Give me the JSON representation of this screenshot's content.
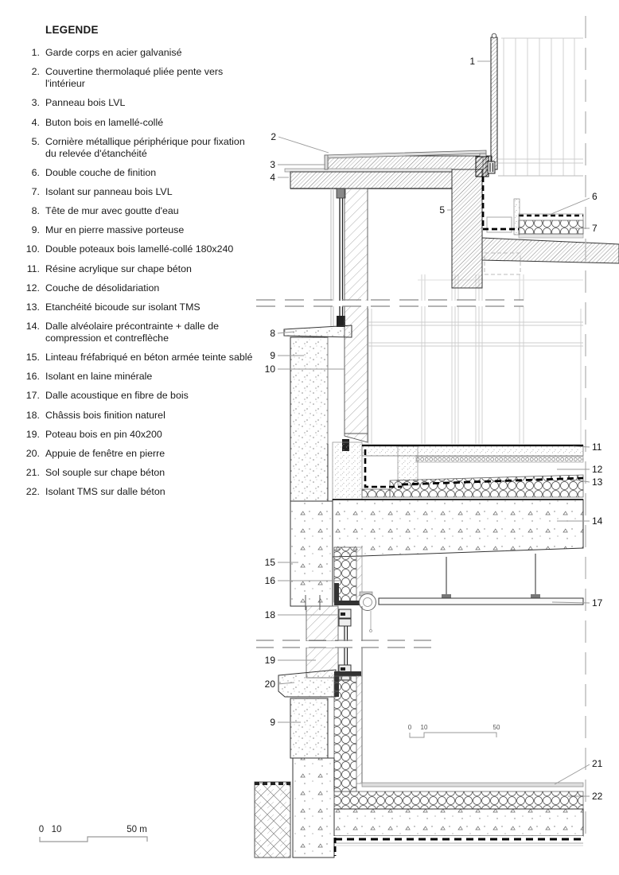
{
  "legend": {
    "title": "LEGENDE",
    "items": [
      {
        "num": "1.",
        "text": "Garde corps en acier galvanisé"
      },
      {
        "num": "2.",
        "text": "Couvertine thermolaqué pliée pente vers l'intérieur"
      },
      {
        "num": "3.",
        "text": "Panneau bois LVL"
      },
      {
        "num": "4.",
        "text": "Buton bois en lamellé-collé"
      },
      {
        "num": "5.",
        "text": "Cornière métallique périphérique pour fixation du relevée d'étanchéité"
      },
      {
        "num": "6.",
        "text": "Double couche de finition"
      },
      {
        "num": "7.",
        "text": "Isolant sur panneau bois LVL"
      },
      {
        "num": "8.",
        "text": "Tête de mur avec goutte d'eau"
      },
      {
        "num": "9.",
        "text": "Mur en pierre massive porteuse"
      },
      {
        "num": "10.",
        "text": "Double poteaux bois lamellé-collé 180x240"
      },
      {
        "num": "11.",
        "text": "Résine acrylique sur chape béton"
      },
      {
        "num": "12.",
        "text": "Couche de désolidariation"
      },
      {
        "num": "13.",
        "text": "Etanchéité bicoude sur isolant TMS"
      },
      {
        "num": "14.",
        "text": "Dalle alvéolaire précontrainte + dalle de compression et contreflèche"
      },
      {
        "num": "15.",
        "text": "Linteau fréfabriqué en béton armée  teinte sablé"
      },
      {
        "num": "16.",
        "text": "Isolant en laine minérale"
      },
      {
        "num": "17.",
        "text": "Dalle acoustique en fibre de bois"
      },
      {
        "num": "18.",
        "text": "Châssis bois finition naturel"
      },
      {
        "num": "19.",
        "text": "Poteau bois en pin 40x200"
      },
      {
        "num": "20.",
        "text": "Appuie de fenêtre en pierre"
      },
      {
        "num": "21.",
        "text": "Sol souple sur chape béton"
      },
      {
        "num": "22.",
        "text": "Isolant TMS sur dalle béton"
      }
    ]
  },
  "drawing": {
    "callouts": {
      "c1": "1",
      "c2": "2",
      "c3": "3",
      "c4": "4",
      "c5": "5",
      "c6": "6",
      "c7": "7",
      "c8": "8",
      "c9": "9",
      "c10": "10",
      "c11": "11",
      "c12": "12",
      "c13": "13",
      "c14": "14",
      "c15": "15",
      "c16": "16",
      "c17": "17",
      "c18": "18",
      "c19": "19",
      "c20": "20",
      "c9b": "9",
      "c21": "21",
      "c22": "22"
    },
    "scale_inset": {
      "t0": "0",
      "t10": "10",
      "t50": "50"
    },
    "scale_main": {
      "t0": "0",
      "t10": "10",
      "t50": "50 m"
    }
  },
  "colors": {
    "paper": "#ffffff",
    "linework": "#333333",
    "elevation_gray": "#cccccc"
  }
}
